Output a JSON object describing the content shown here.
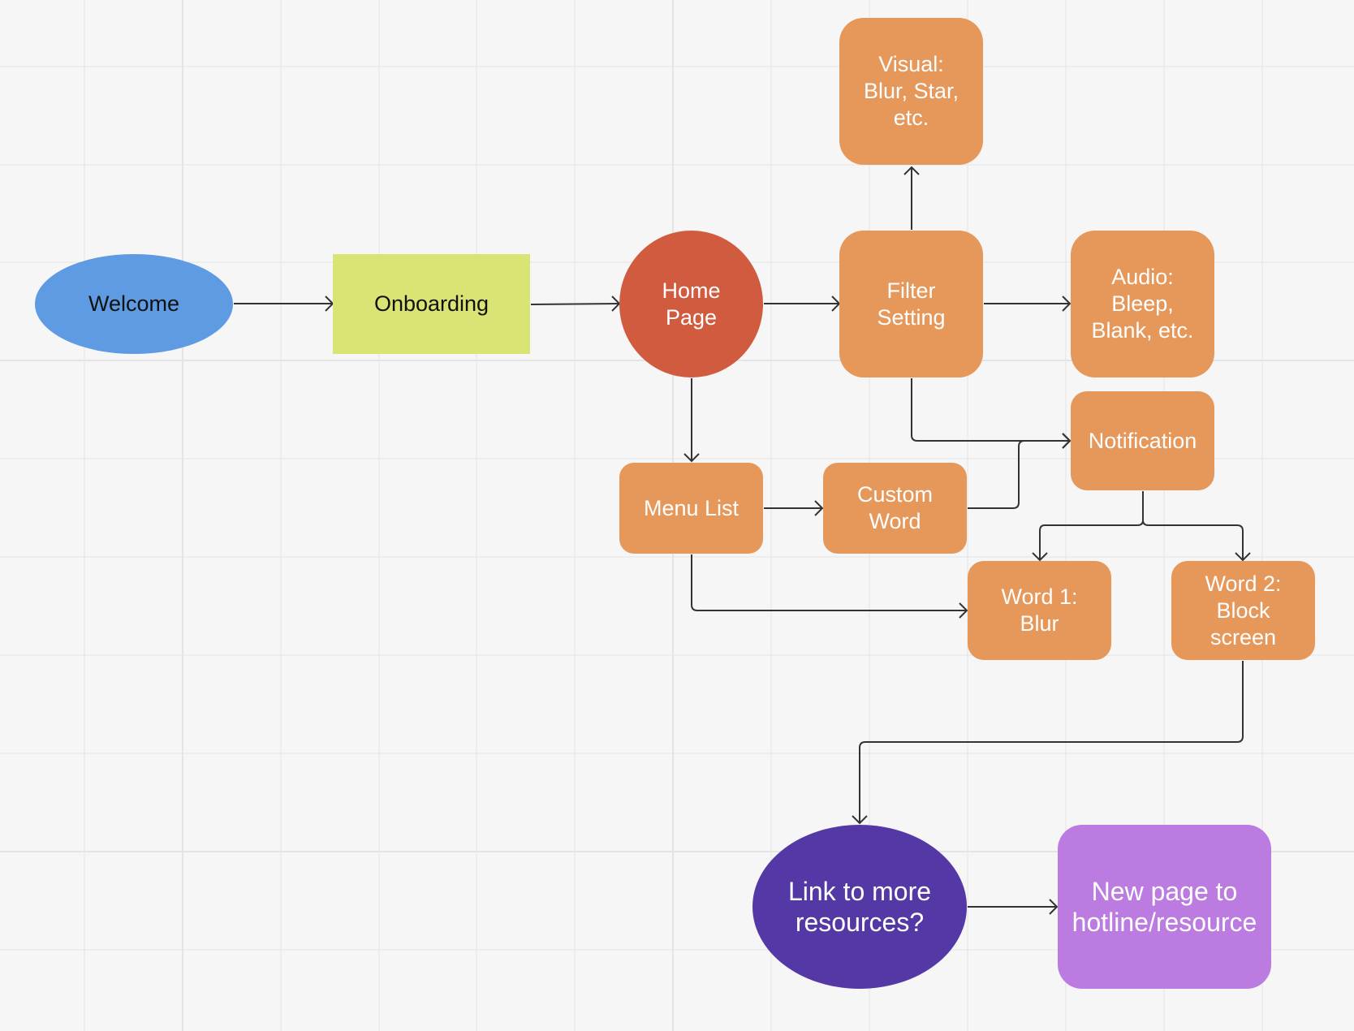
{
  "colors": {
    "orange": "#E6975A",
    "blue": "#5E9BE3",
    "lime": "#D9E475",
    "red": "#D15B3E",
    "dark_purple": "#5438A6",
    "light_purple": "#BC7BE0",
    "edge": "#333333",
    "grid": "#e4e4e4",
    "background": "#f6f6f6"
  },
  "nodes": {
    "welcome": "Welcome",
    "onboarding": "Onboarding",
    "home_page": "Home\nPage",
    "filter_setting": "Filter\nSetting",
    "visual": "Visual:\nBlur, Star,\netc.",
    "audio": "Audio:\nBleep,\nBlank, etc.",
    "notification": "Notification",
    "menu_list": "Menu List",
    "custom_word": "Custom\nWord",
    "word1": "Word 1:\nBlur",
    "word2": "Word 2:\nBlock\nscreen",
    "link_resources": "Link to more\nresources?",
    "new_page": "New page to\nhotline/resource"
  }
}
